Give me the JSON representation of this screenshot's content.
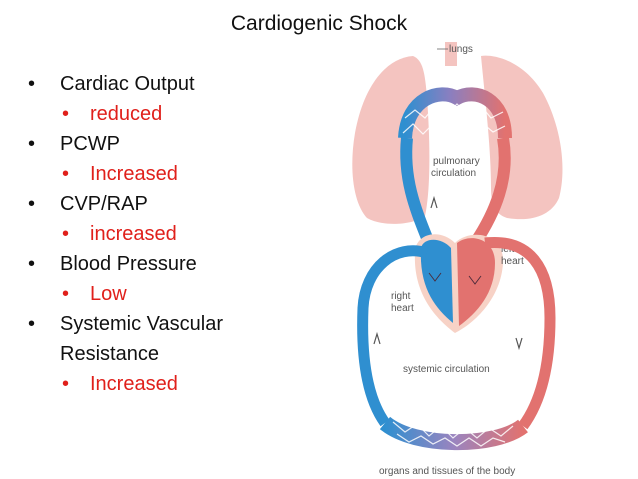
{
  "title": "Cardiogenic Shock",
  "bullets": [
    {
      "label": "Cardiac Output",
      "sub": "reduced"
    },
    {
      "label": "PCWP",
      "sub": "Increased"
    },
    {
      "label": "CVP/RAP",
      "sub": "increased"
    },
    {
      "label": "Blood Pressure",
      "sub": "Low"
    },
    {
      "label": "Systemic Vascular Resistance",
      "sub": "Increased"
    }
  ],
  "bullet_glyph": "•",
  "diagram": {
    "lungs": "lungs",
    "pulmonary_1": "pulmonary",
    "pulmonary_2": "circulation",
    "left_1": "left",
    "left_2": "heart",
    "right_1": "right",
    "right_2": "heart",
    "systemic": "systemic circulation",
    "organs": "organs and tissues of the body"
  },
  "colors": {
    "accent_red": "#e0201b",
    "vessel_blue": "#2f8fd0",
    "vessel_red": "#e2726f",
    "lung_pink": "#f4c4c0"
  }
}
